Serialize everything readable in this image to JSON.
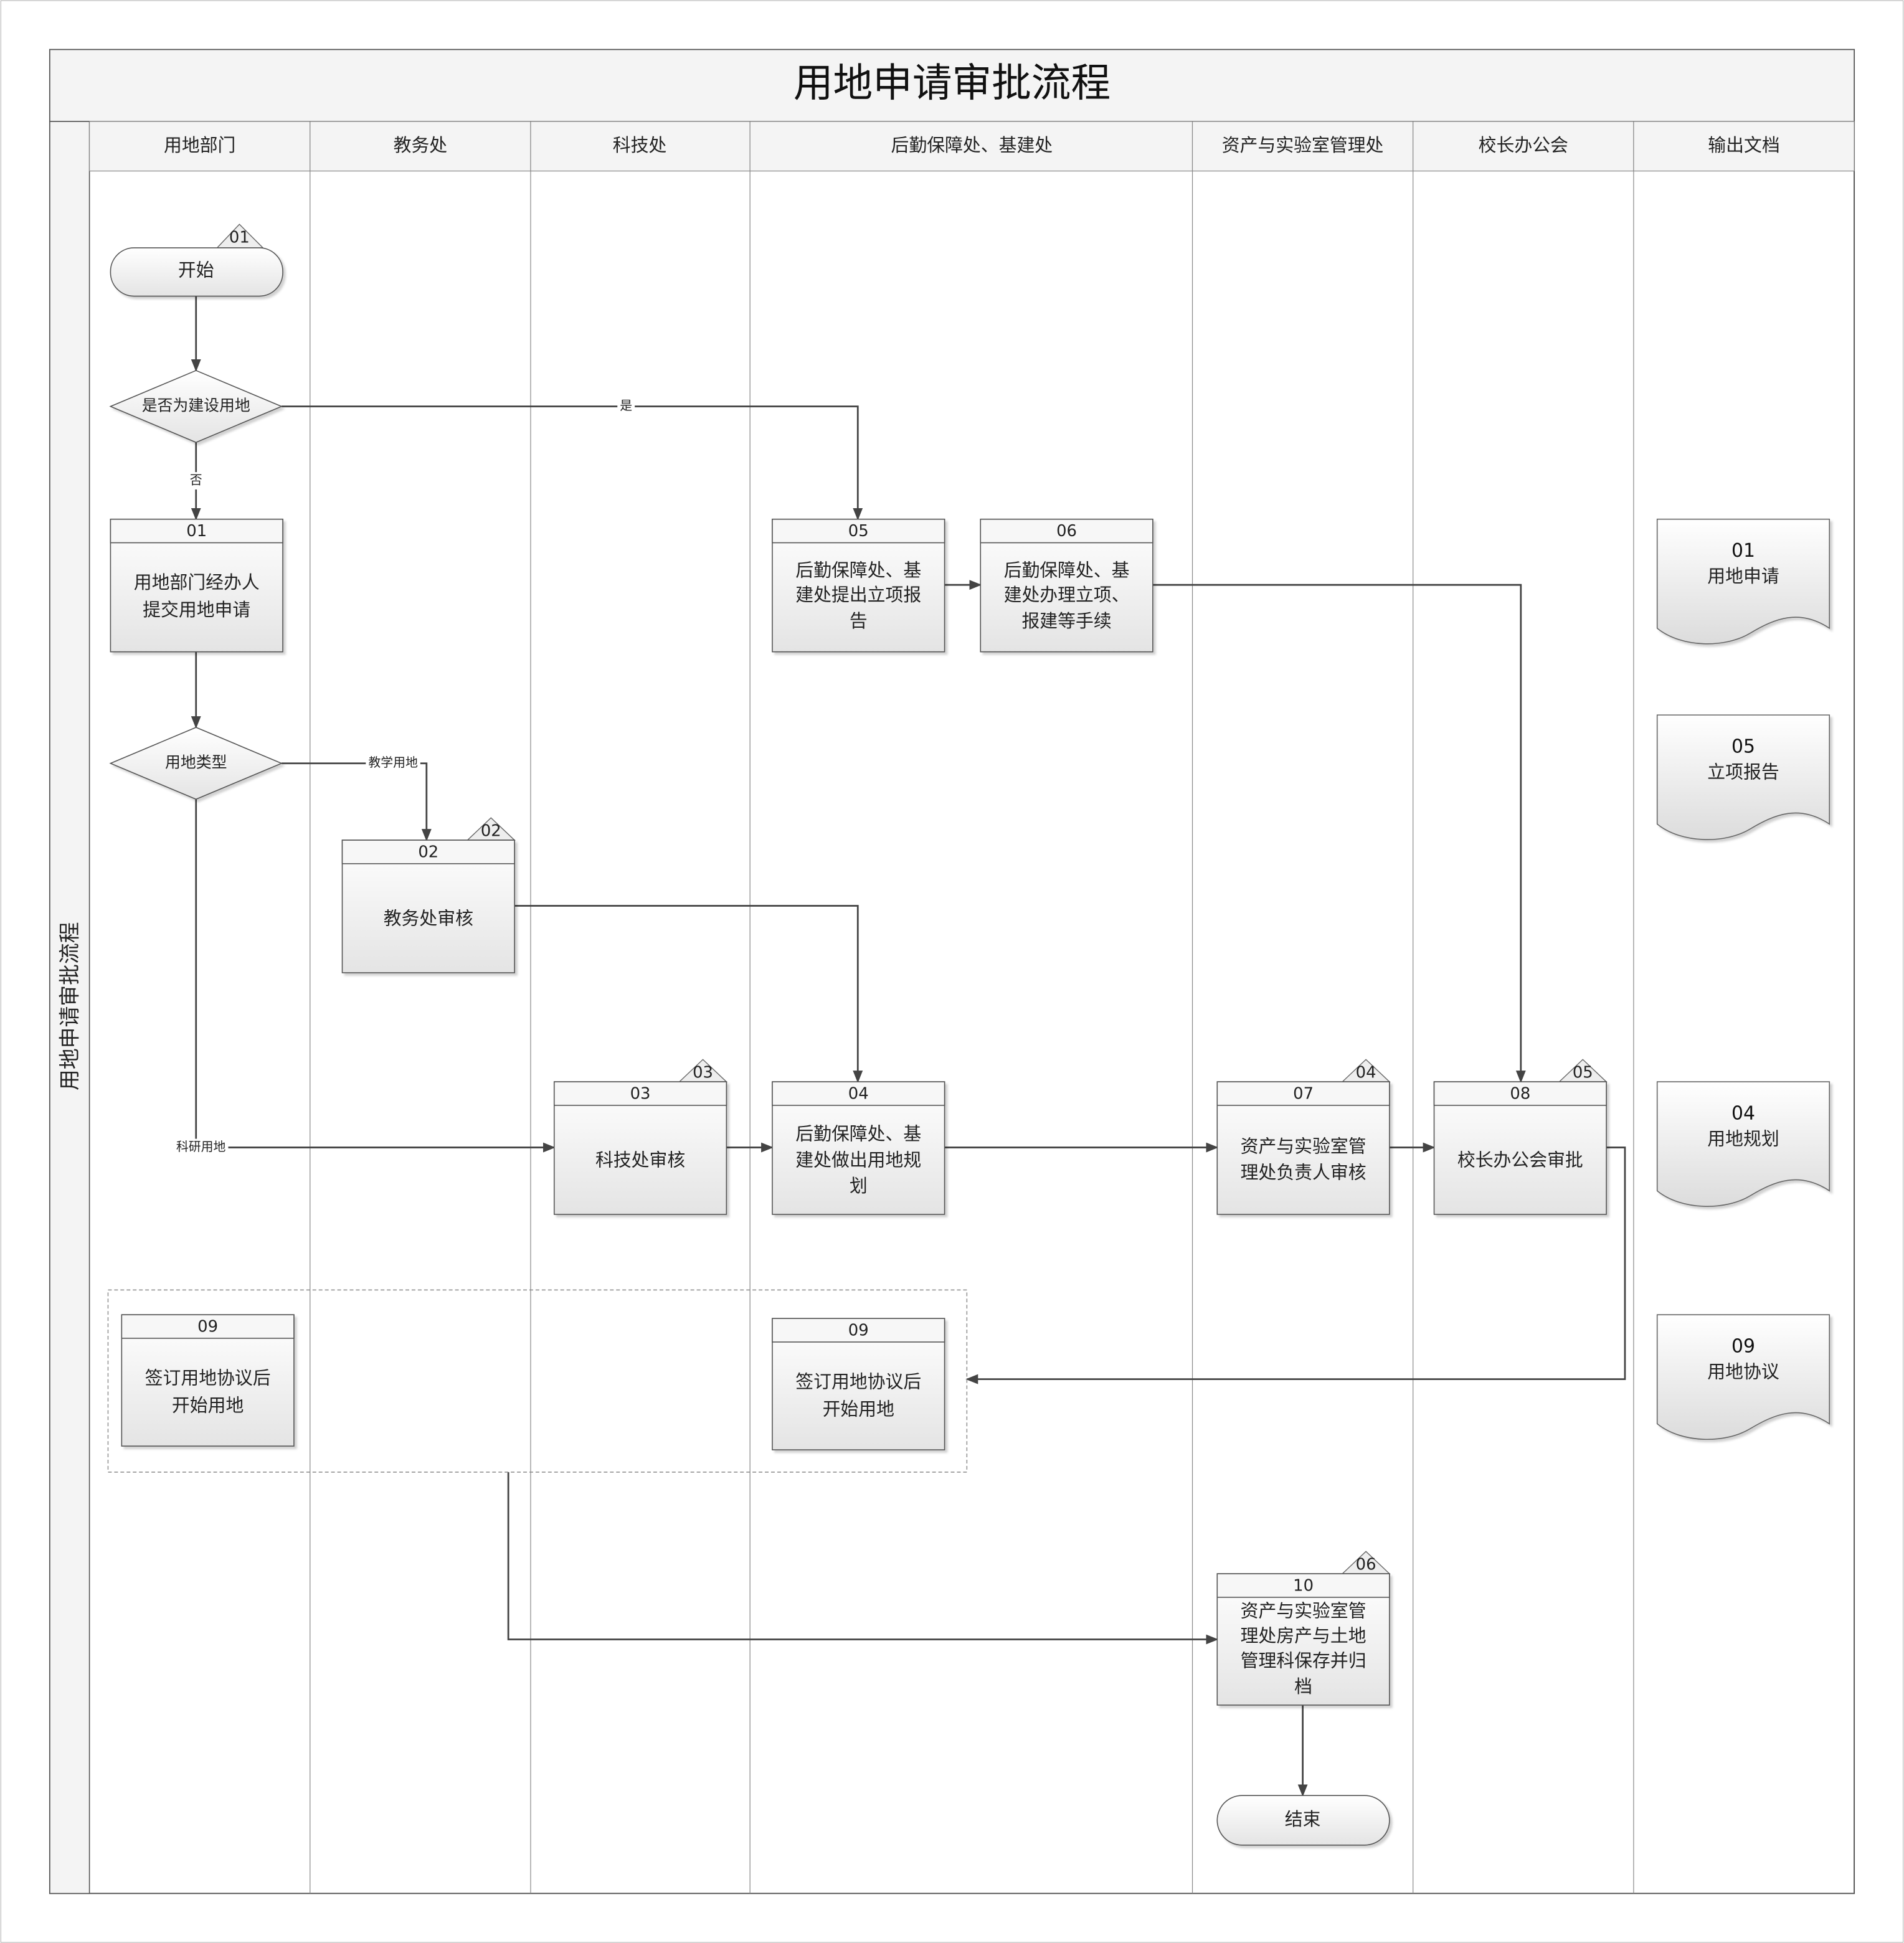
{
  "title": "用地申请审批流程",
  "side_label": "用地申请审批流程",
  "lanes": [
    "用地部门",
    "教务处",
    "科技处",
    "后勤保障处、基建处",
    "资产与实验室管理处",
    "校长办公会",
    "输出文档"
  ],
  "start": {
    "label": "开始",
    "tag": "01"
  },
  "end": {
    "label": "结束"
  },
  "decisions": {
    "d1": {
      "label": "是否为建设用地",
      "yes": "是",
      "no": "否"
    },
    "d2": {
      "label": "用地类型",
      "teach": "教学用地",
      "research": "科研用地"
    }
  },
  "boxes": {
    "b01": {
      "num": "01",
      "lines": [
        "用地部门经办人",
        "提交用地申请"
      ]
    },
    "b05": {
      "num": "05",
      "lines": [
        "后勤保障处、基",
        "建处提出立项报",
        "告"
      ]
    },
    "b06": {
      "num": "06",
      "lines": [
        "后勤保障处、基",
        "建处办理立项、",
        "报建等手续"
      ]
    },
    "b02": {
      "num": "02",
      "tag": "02",
      "lines": [
        "教务处审核"
      ]
    },
    "b03": {
      "num": "03",
      "tag": "03",
      "lines": [
        "科技处审核"
      ]
    },
    "b04": {
      "num": "04",
      "lines": [
        "后勤保障处、基",
        "建处做出用地规",
        "划"
      ]
    },
    "b07": {
      "num": "07",
      "tag": "04",
      "lines": [
        "资产与实验室管",
        "理处负责人审核"
      ]
    },
    "b08": {
      "num": "08",
      "tag": "05",
      "lines": [
        "校长办公会审批"
      ]
    },
    "b09a": {
      "num": "09",
      "lines": [
        "签订用地协议后",
        "开始用地"
      ]
    },
    "b09b": {
      "num": "09",
      "lines": [
        "签订用地协议后",
        "开始用地"
      ]
    },
    "b10": {
      "num": "10",
      "tag": "06",
      "lines": [
        "资产与实验室管",
        "理处房产与土地",
        "管理科保存并归",
        "档"
      ]
    }
  },
  "documents": [
    {
      "num": "01",
      "label": "用地申请"
    },
    {
      "num": "05",
      "label": "立项报告"
    },
    {
      "num": "04",
      "label": "用地规划"
    },
    {
      "num": "09",
      "label": "用地协议"
    }
  ]
}
